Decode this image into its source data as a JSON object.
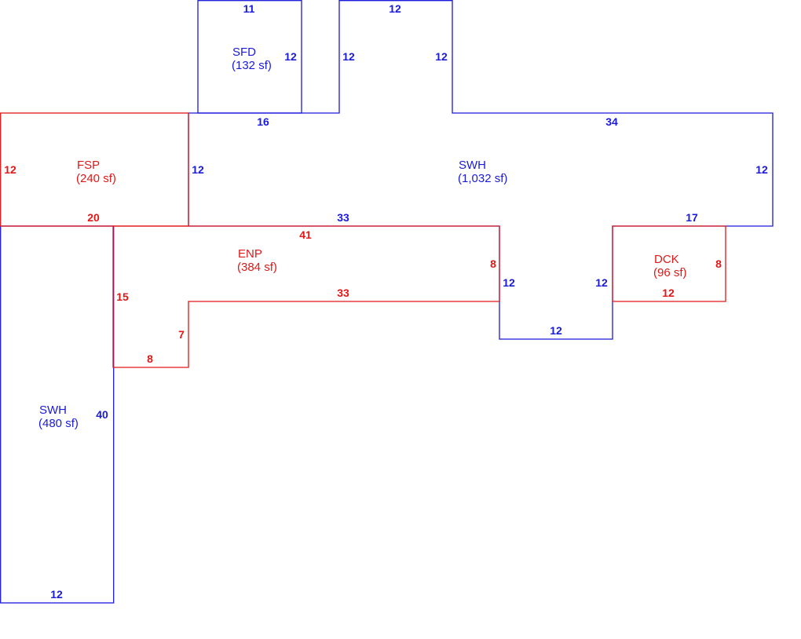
{
  "colors": {
    "living": "#1a1adc",
    "addition": "#e01818"
  },
  "areas": {
    "sfd": {
      "name": "SFD",
      "size": "(132 sf)"
    },
    "swh_main": {
      "name": "SWH",
      "size": "(1,032 sf)"
    },
    "fsp": {
      "name": "FSP",
      "size": "(240 sf)"
    },
    "enp": {
      "name": "ENP",
      "size": "(384 sf)"
    },
    "dck": {
      "name": "DCK",
      "size": "(96 sf)"
    },
    "swh_wing": {
      "name": "SWH",
      "size": "(480 sf)"
    }
  },
  "dimensions": {
    "sfd_top": "11",
    "sfd_right": "12",
    "tower_top": "12",
    "tower_left": "12",
    "tower_right": "12",
    "main_top_left": "16",
    "main_top_right": "34",
    "main_right": "12",
    "main_bottom": "33",
    "main_bottom_right": "17",
    "notch_left": "12",
    "notch_right": "12",
    "notch_bottom": "12",
    "fsp_left": "12",
    "fsp_right": "12",
    "fsp_bottom": "20",
    "enp_top": "41",
    "enp_right": "8",
    "enp_inner_top": "33",
    "enp_left": "15",
    "enp_step": "7",
    "enp_bottom": "8",
    "dck_right": "8",
    "dck_bottom": "12",
    "wing_right": "40",
    "wing_bottom": "12"
  }
}
